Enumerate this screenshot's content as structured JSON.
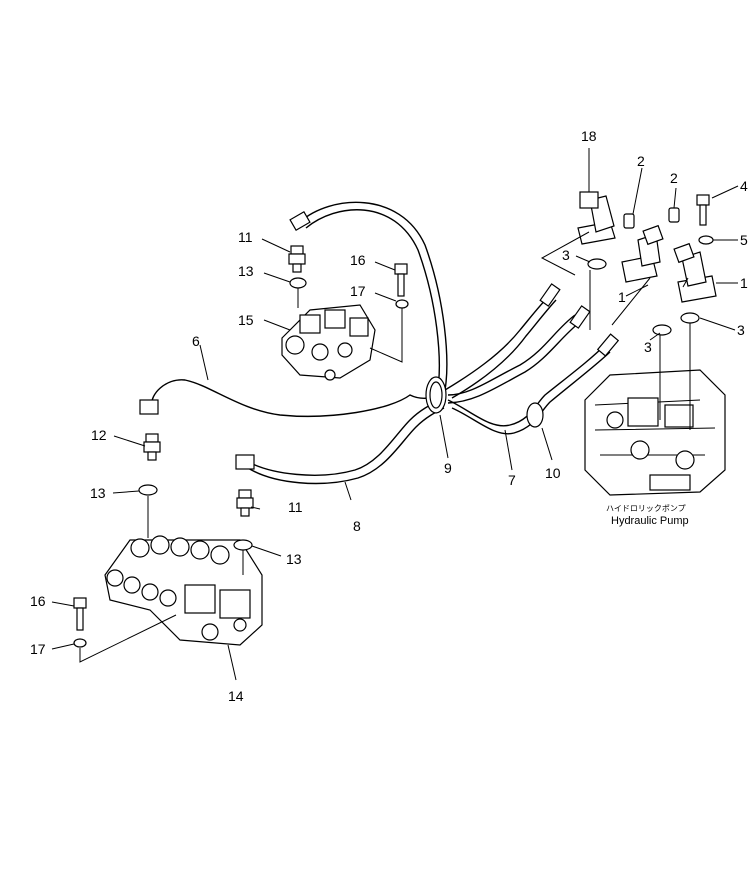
{
  "callouts": {
    "c18": "18",
    "c2a": "2",
    "c2b": "2",
    "c4": "4",
    "c5": "5",
    "c1a": "1",
    "c1b": "1",
    "c3a": "3",
    "c3b": "3",
    "c3c": "3",
    "c11a": "11",
    "c13a": "13",
    "c16a": "16",
    "c17a": "17",
    "c15": "15",
    "c6": "6",
    "c12": "12",
    "c9": "9",
    "c7": "7",
    "c10": "10",
    "c13b": "13",
    "c11b": "11",
    "c8": "8",
    "c13c": "13",
    "c16b": "16",
    "c17b": "17",
    "c14": "14"
  },
  "pump": {
    "label_jp": "ハイドロリックポンプ",
    "label_en": "Hydraulic Pump"
  }
}
